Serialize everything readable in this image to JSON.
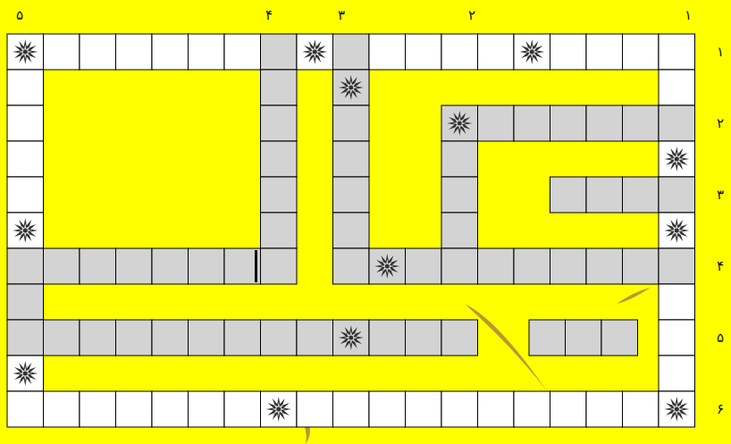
{
  "diagram": {
    "labels": [
      "۵",
      "۴",
      "۳",
      "۲",
      "۱",
      "۱",
      "۲",
      "۳",
      "۴",
      "۵",
      "۶"
    ]
  }
}
